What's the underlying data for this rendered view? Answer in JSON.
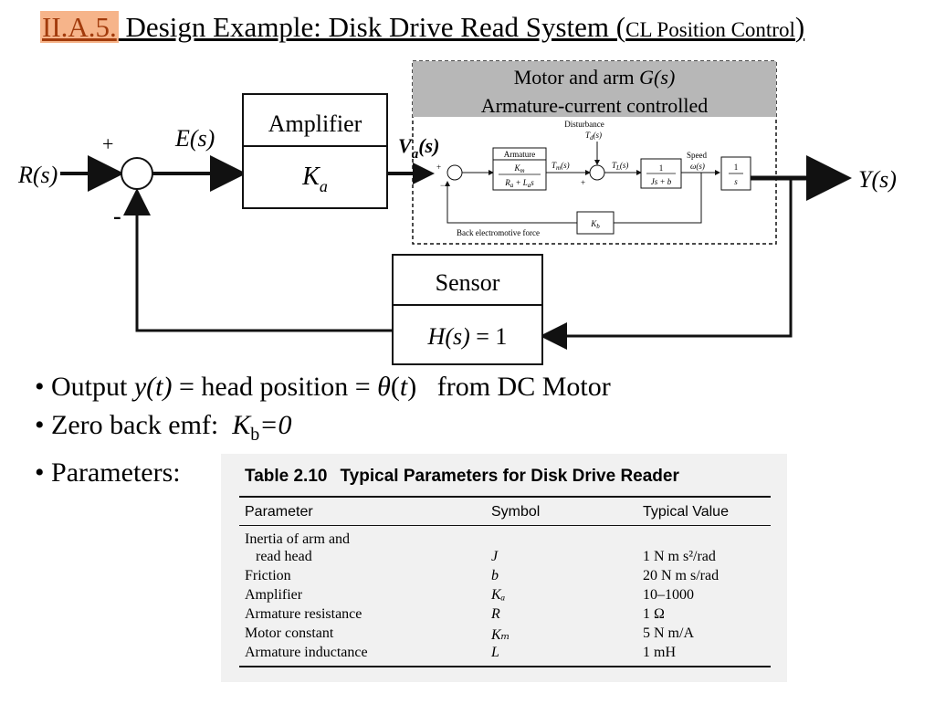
{
  "title": {
    "section": "II.A.5.",
    "main": " Design Example: Disk Drive Read System (",
    "paren": "CL Position Control",
    "close": ")"
  },
  "diagram": {
    "input": "R(s)",
    "output": "Y(s)",
    "error": "E(s)",
    "plus_sign": "+",
    "minus_sign": "-",
    "amplifier_label": "Amplifier",
    "amplifier_gain": "K_a",
    "va_label": "V_a(s)",
    "sensor_label": "Sensor",
    "sensor_tf": "H(s) = 1",
    "plant_header_line1": "Motor and arm G(s)",
    "plant_header_line2": "Armature-current controlled",
    "disturbance": "Disturbance",
    "td": "T_d(s)",
    "armature": "Armature",
    "km": "K_m",
    "armature_den": "R_a + L_a s",
    "tm": "T_m(s)",
    "tl": "T_L(s)",
    "speed": "Speed",
    "omega": "ω(s)",
    "load_num": "1",
    "load_den": "Js + b",
    "integ_num": "1",
    "integ_den": "s",
    "kb": "K_b",
    "back_emf": "Back electromotive force"
  },
  "bullets": [
    "• Output y(t) = head position = θ(t)   from DC Motor",
    "• Zero back emf:  K_b=0",
    "• Parameters:"
  ],
  "table": {
    "number": "Table 2.10",
    "caption": "Typical Parameters for Disk Drive Reader",
    "headers": [
      "Parameter",
      "Symbol",
      "Typical Value"
    ],
    "rows": [
      [
        "Inertia of arm and",
        "",
        ""
      ],
      [
        "   read head",
        "J",
        "1 N m s²/rad"
      ],
      [
        "Friction",
        "b",
        "20 N m s/rad"
      ],
      [
        "Amplifier",
        "Kₐ",
        "10–1000"
      ],
      [
        "Armature resistance",
        "R",
        "1 Ω"
      ],
      [
        "Motor constant",
        "Kₘ",
        "5 N m/A"
      ],
      [
        "Armature inductance",
        "L",
        "1 mH"
      ]
    ]
  }
}
